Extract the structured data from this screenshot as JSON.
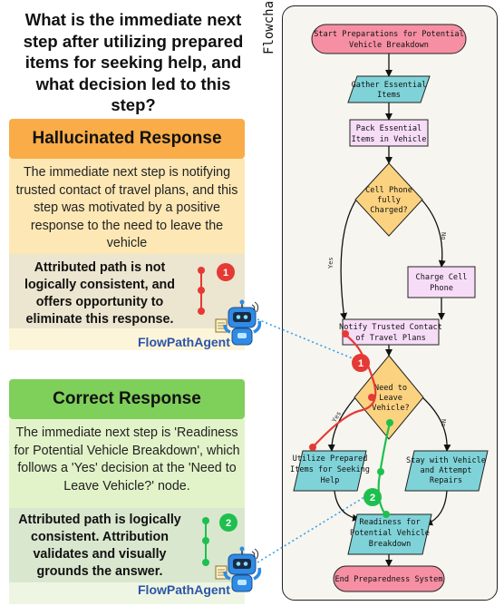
{
  "question": "What is the immediate next step after utilizing prepared items for seeking help, and what decision led to this step?",
  "hallucinated": {
    "title": "Hallucinated Response",
    "text": "The immediate next step is notifying trusted contact of travel plans, and this step was motivated by a positive response to the need to leave the vehicle",
    "attribution": "Attributed path is not logically consistent, and offers opportunity to eliminate this response.",
    "badge": "1",
    "agent": "FlowPathAgent"
  },
  "correct": {
    "title": "Correct Response",
    "text": "The immediate next step is 'Readiness for Potential Vehicle Breakdown', which follows a 'Yes' decision at the 'Need to Leave Vehicle?' node.",
    "attribution": "Attributed path is logically consistent. Attribution validates and visually grounds the answer.",
    "badge": "2",
    "agent": "FlowPathAgent"
  },
  "flowchart": {
    "label": "Flowchart",
    "nodes": {
      "start": [
        "Start Preparations for Potential",
        "Vehicle Breakdown"
      ],
      "gather": [
        "Gather Essential",
        "Items"
      ],
      "pack": [
        "Pack Essential",
        "Items in Vehicle"
      ],
      "phone": [
        "Cell Phone",
        "fully",
        "Charged?"
      ],
      "charge": [
        "Charge Cell",
        "Phone"
      ],
      "notify": [
        "Notify Trusted Contact",
        "of Travel Plans"
      ],
      "leave": [
        "Need to",
        "Leave",
        "Vehicle?"
      ],
      "utilize": [
        "Utilize Prepared",
        "Items for Seeking",
        "Help"
      ],
      "stay": [
        "Stay with Vehicle",
        "and Attempt",
        "Repairs"
      ],
      "ready": [
        "Readiness for",
        "Potential Vehicle",
        "Breakdown"
      ],
      "end": [
        "End Preparedness System"
      ]
    },
    "edges": {
      "yes1": "Yes",
      "no1": "No",
      "yes2": "Yes",
      "no2": "No"
    },
    "badge1": "1",
    "badge2": "2"
  },
  "colors": {
    "orange_header": "#f9ac47",
    "green_header": "#7fcf5b",
    "terminal": "#f68fa3",
    "io": "#7fd3d8",
    "process": "#f7dcf7",
    "decision": "#fbd27f",
    "red_path": "#e53935",
    "green_path": "#1fbf4f"
  }
}
